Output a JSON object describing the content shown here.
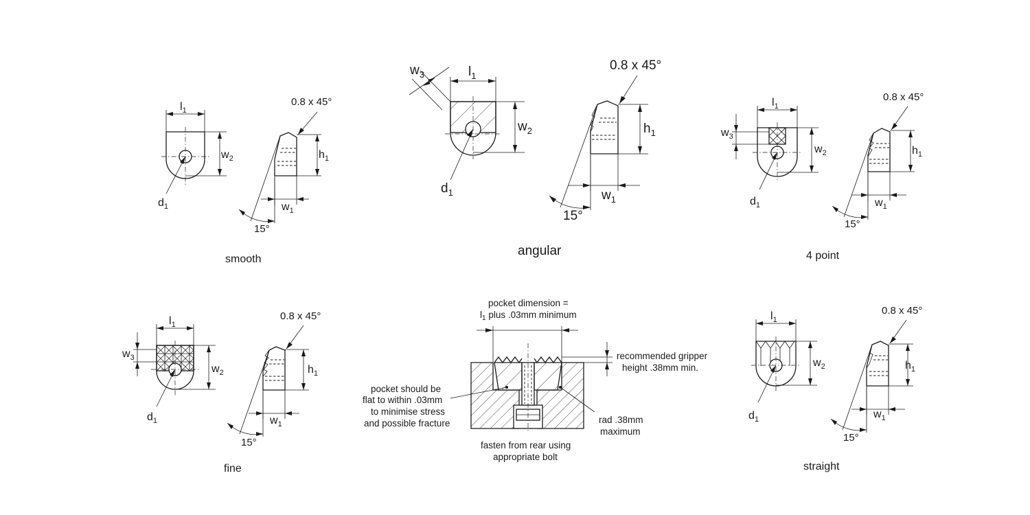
{
  "variants": {
    "smooth": {
      "caption": "smooth",
      "chamfer": "0.8 x 45°",
      "angle": "15°"
    },
    "angular": {
      "caption": "angular",
      "chamfer": "0.8 x 45°",
      "angle": "15°"
    },
    "fourpoint": {
      "caption": "4 point",
      "chamfer": "0.8 x 45°",
      "angle": "15°"
    },
    "fine": {
      "caption": "fine",
      "chamfer": "0.8 x 45°",
      "angle": "15°"
    },
    "straight": {
      "caption": "straight",
      "chamfer": "0.8 x 45°",
      "angle": "15°"
    }
  },
  "symbols": {
    "l": "l",
    "w": "w",
    "h": "h",
    "d": "d",
    "s1": "1",
    "s2": "2",
    "s3": "3"
  },
  "mounting": {
    "pocket_line1": "pocket dimension =",
    "pocket_line2_suffix": " plus .03mm minimum",
    "gripper_line1": "recommended gripper",
    "gripper_line2": "height .38mm min.",
    "flat_line1": "pocket should be",
    "flat_line2": "flat to within .03mm",
    "flat_line3": "to minimise stress",
    "flat_line4": "and possible fracture",
    "rad_line1": "rad .38mm",
    "rad_line2": "maximum",
    "fasten_line1": "fasten from rear using",
    "fasten_line2": "appropriate bolt"
  }
}
